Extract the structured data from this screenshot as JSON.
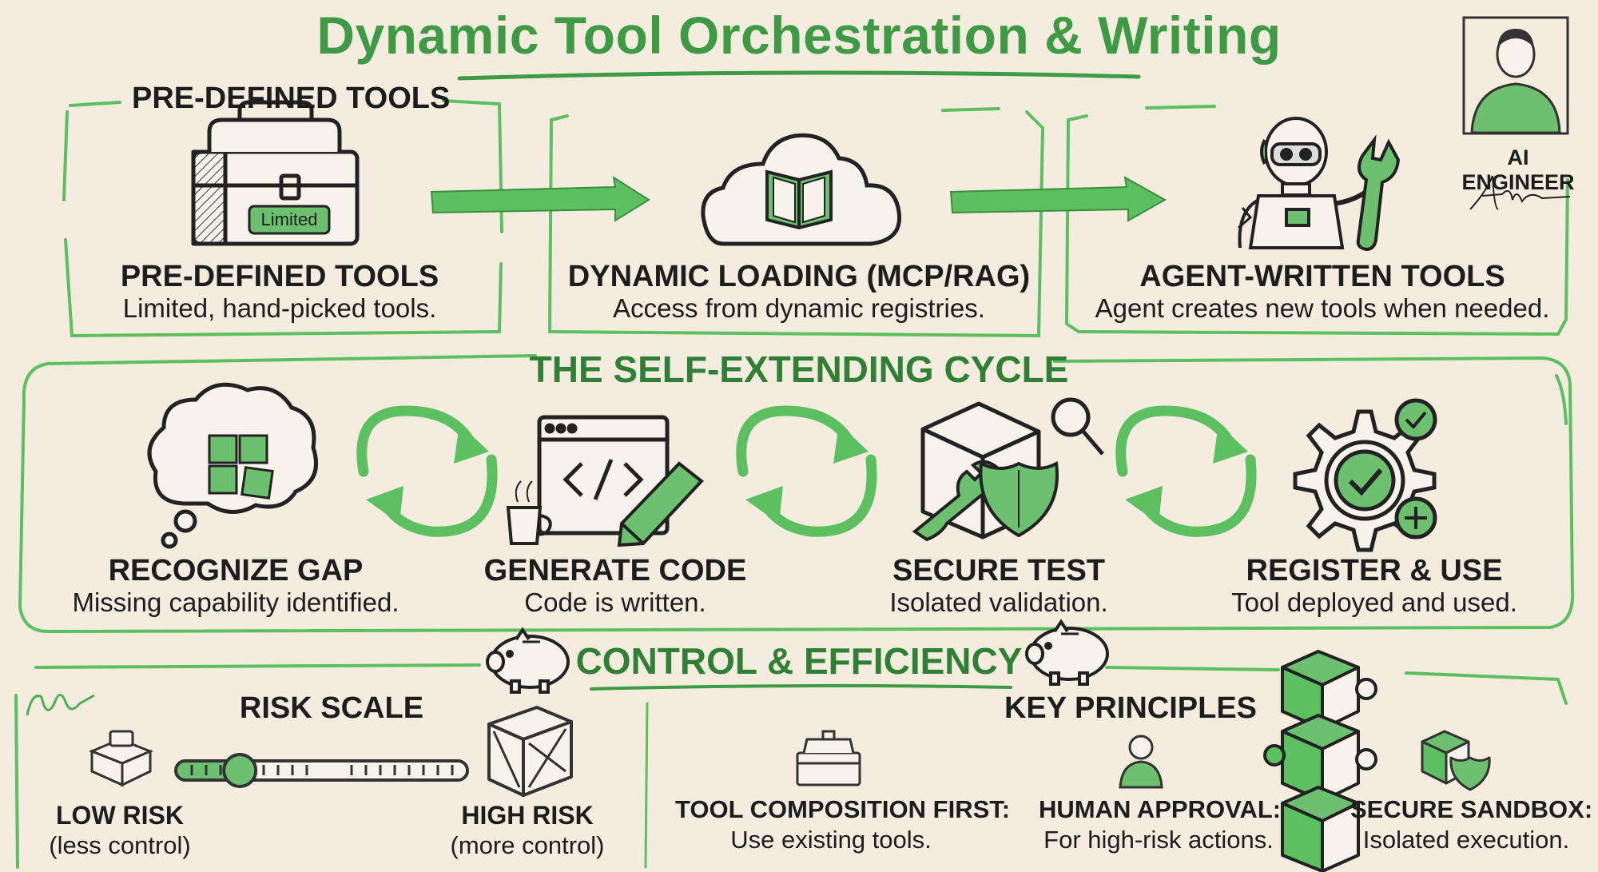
{
  "title": "Dynamic Tool Orchestration & Writing",
  "top_section": {
    "label": "PRE-DEFINED TOOLS",
    "stages": [
      {
        "heading": "PRE-DEFINED TOOLS",
        "desc": "Limited, hand-picked tools.",
        "badge": "Limited"
      },
      {
        "heading": "DYNAMIC LOADING (MCP/RAG)",
        "desc": "Access from dynamic registries."
      },
      {
        "heading": "AGENT-WRITTEN TOOLS",
        "desc": "Agent creates new tools when needed."
      }
    ],
    "persona": "AI ENGINEER"
  },
  "cycle": {
    "title": "THE SELF-EXTENDING CYCLE",
    "steps": [
      {
        "heading": "RECOGNIZE GAP",
        "desc": "Missing capability identified."
      },
      {
        "heading": "GENERATE CODE",
        "desc": "Code is written."
      },
      {
        "heading": "SECURE TEST",
        "desc": "Isolated validation."
      },
      {
        "heading": "REGISTER & USE",
        "desc": "Tool deployed and used."
      }
    ]
  },
  "control": {
    "title": "CONTROL & EFFICIENCY",
    "risk_scale": {
      "label": "RISK SCALE",
      "low": "LOW RISK",
      "low_note": "(less control)",
      "high": "HIGH RISK",
      "high_note": "(more control)",
      "level": 0.2
    },
    "principles": {
      "label": "KEY PRINCIPLES",
      "items": [
        {
          "heading": "TOOL COMPOSITION FIRST:",
          "desc": "Use existing tools."
        },
        {
          "heading": "HUMAN APPROVAL:",
          "desc": "For high-risk actions."
        },
        {
          "heading": "SECURE SANDBOX:",
          "desc": "Isolated execution."
        }
      ]
    }
  },
  "colors": {
    "accent": "#4caf50",
    "dark_green": "#2f7f36",
    "ink": "#1d1d1d",
    "background": "#f3ecdf"
  }
}
